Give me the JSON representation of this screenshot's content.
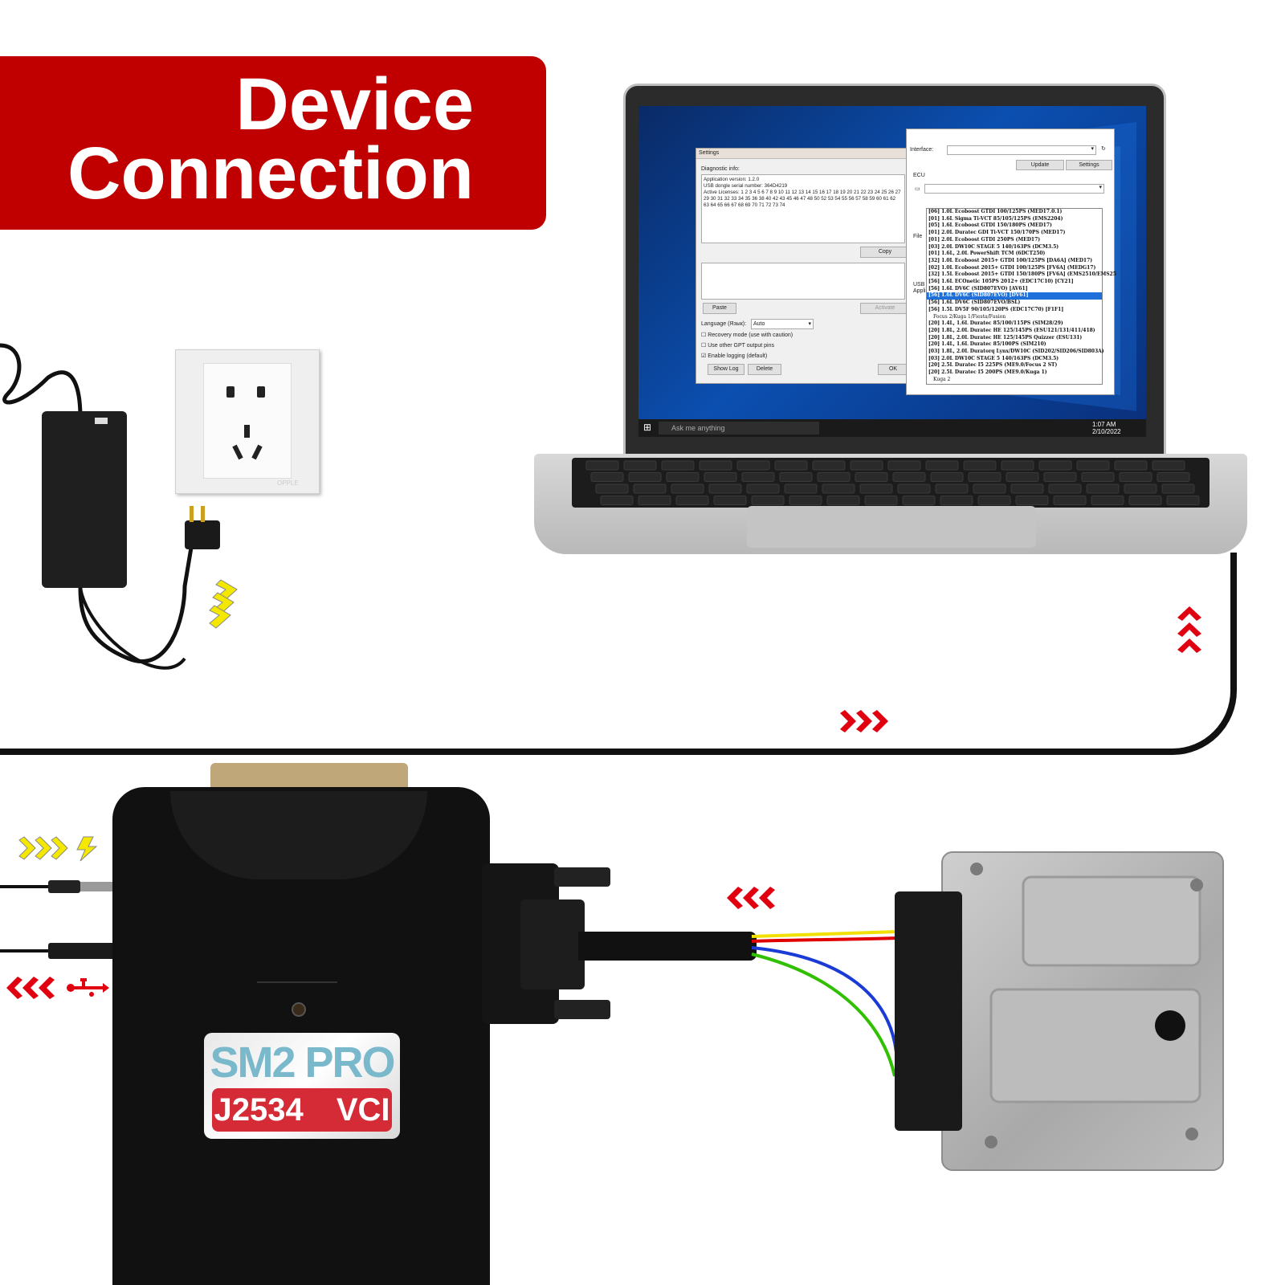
{
  "title": {
    "line1": "Device",
    "line2": "Connection"
  },
  "settings_window": {
    "title": "Settings",
    "diag_label": "Diagnostic info:",
    "app_version": "Application version: 1.2.0",
    "dongle_serial": "USB dongle serial number: 364D4219",
    "licenses_1": "Active Licenses: 1 2 3 4 5 6 7 8 9 10 11 12 13 14 15 16 17 18 19 20 21 22 23 24 25 26 27",
    "licenses_2": "29 30 31 32 33 34 35 36 38 40 42 43 45 46 47 48 50 52 53 54 55 56 57 58 59 60 61 62",
    "licenses_3": "63 64 65 66 67 68 69 70 71 72 73 74",
    "copy_btn": "Copy",
    "paste_btn": "Paste",
    "activate_btn": "Activate",
    "language_label": "Language (Язык):",
    "language_value": "Auto",
    "opt_recovery": "Recovery mode (use with caution)",
    "opt_gpt": "Use other GPT output pins",
    "opt_logging": "Enable logging (default)",
    "show_log_btn": "Show Log",
    "delete_btn": "Delete",
    "ok_btn": "OK"
  },
  "ecu_window": {
    "interface_label": "Interface:",
    "update_btn": "Update",
    "settings_btn": "Settings",
    "ecu_label": "ECU",
    "file_label": "File",
    "usb_label": "USB",
    "appl_label": "Appli",
    "items": [
      "[06] 1.0L Ecoboost GTDI 100/125PS (MED17.0.1)",
      "[01] 1.6L Sigma Ti-VCT 85/105/125PS (EMS2204)",
      "[05] 1.6L Ecoboost GTDI 150/180PS (MED17)",
      "[01] 2.0L Duratec GDI Ti-VCT 150/170PS (MED17)",
      "[01] 2.0L Ecoboost GTDI 250PS (MED17)",
      "[03] 2.0L DW10C STAGE 5 140/163PS (DCM3.5)",
      "[01] 1.6L, 2.0L PowerShift TCM (6DCT250)",
      "[32] 1.0L Ecoboost 2015+ GTDI 100/125PS [DA6A] (MED17)",
      "[02] 1.0L Ecoboost 2015+ GTDI 100/125PS [FV6A] (MEDG17)",
      "[32] 1.5L Ecoboost 2015+ GTDI 150/180PS [FV6A] (EMS2510/EMS25",
      "[56] 1.6L ECOnetic 105PS 2012+ (EDC17C10) [CY21]",
      "[56] 1.6L DV6C (SID807EVO) [AV61]",
      "[56] 1.6L DV6C (SID807EVO) [DV61]",
      "[56] 1.6L DV6C (SID807EVO/BSL)",
      "[56] 1.5L DV5F 90/105/120PS (EDC17C70) [F1F1]",
      "Focus 2/Kuga 1/Fiesta/Fusion",
      "[20] 1.4L, 1.6L Duratec 85/100/115PS (SIM28/29)",
      "[20] 1.8L, 2.0L Duratec HE 125/145PS (ESU121/131/411/418)",
      "[20] 1.8L, 2.0L Duratec HE 125/145PS Quizzer (ESU131)",
      "[20] 1.4L, 1.6L Duratec 85/100PS (SIM210)",
      "[03] 1.8L, 2.0L Duratorq Lynx/DW10C (SID202/SID206/SID803A)",
      "[03] 2.0L DW10C STAGE 5 140/163PS (DCM3.5)",
      "[20] 2.5L Duratec I5 225PS (ME9.0/Focus 2 ST)",
      "[20] 2.5L Duratec I5 200PS (ME9.0/Kuga 1)",
      "Kuga 2"
    ],
    "selected_index": 12
  },
  "taskbar": {
    "search_placeholder": "Ask me anything",
    "time": "1:07 AM",
    "date": "2/10/2022"
  },
  "socket_brand": "OPPLE",
  "device": {
    "label_top": "SM2 PRO",
    "label_bottom": "J2534 VCI"
  },
  "colors": {
    "banner": "#c00000",
    "arrow_red": "#e00010",
    "arrow_yellow": "#f5e800",
    "wire_yellow": "#f1e000",
    "wire_red": "#e00000",
    "wire_blue": "#1a3bd6",
    "wire_green": "#30c000"
  }
}
